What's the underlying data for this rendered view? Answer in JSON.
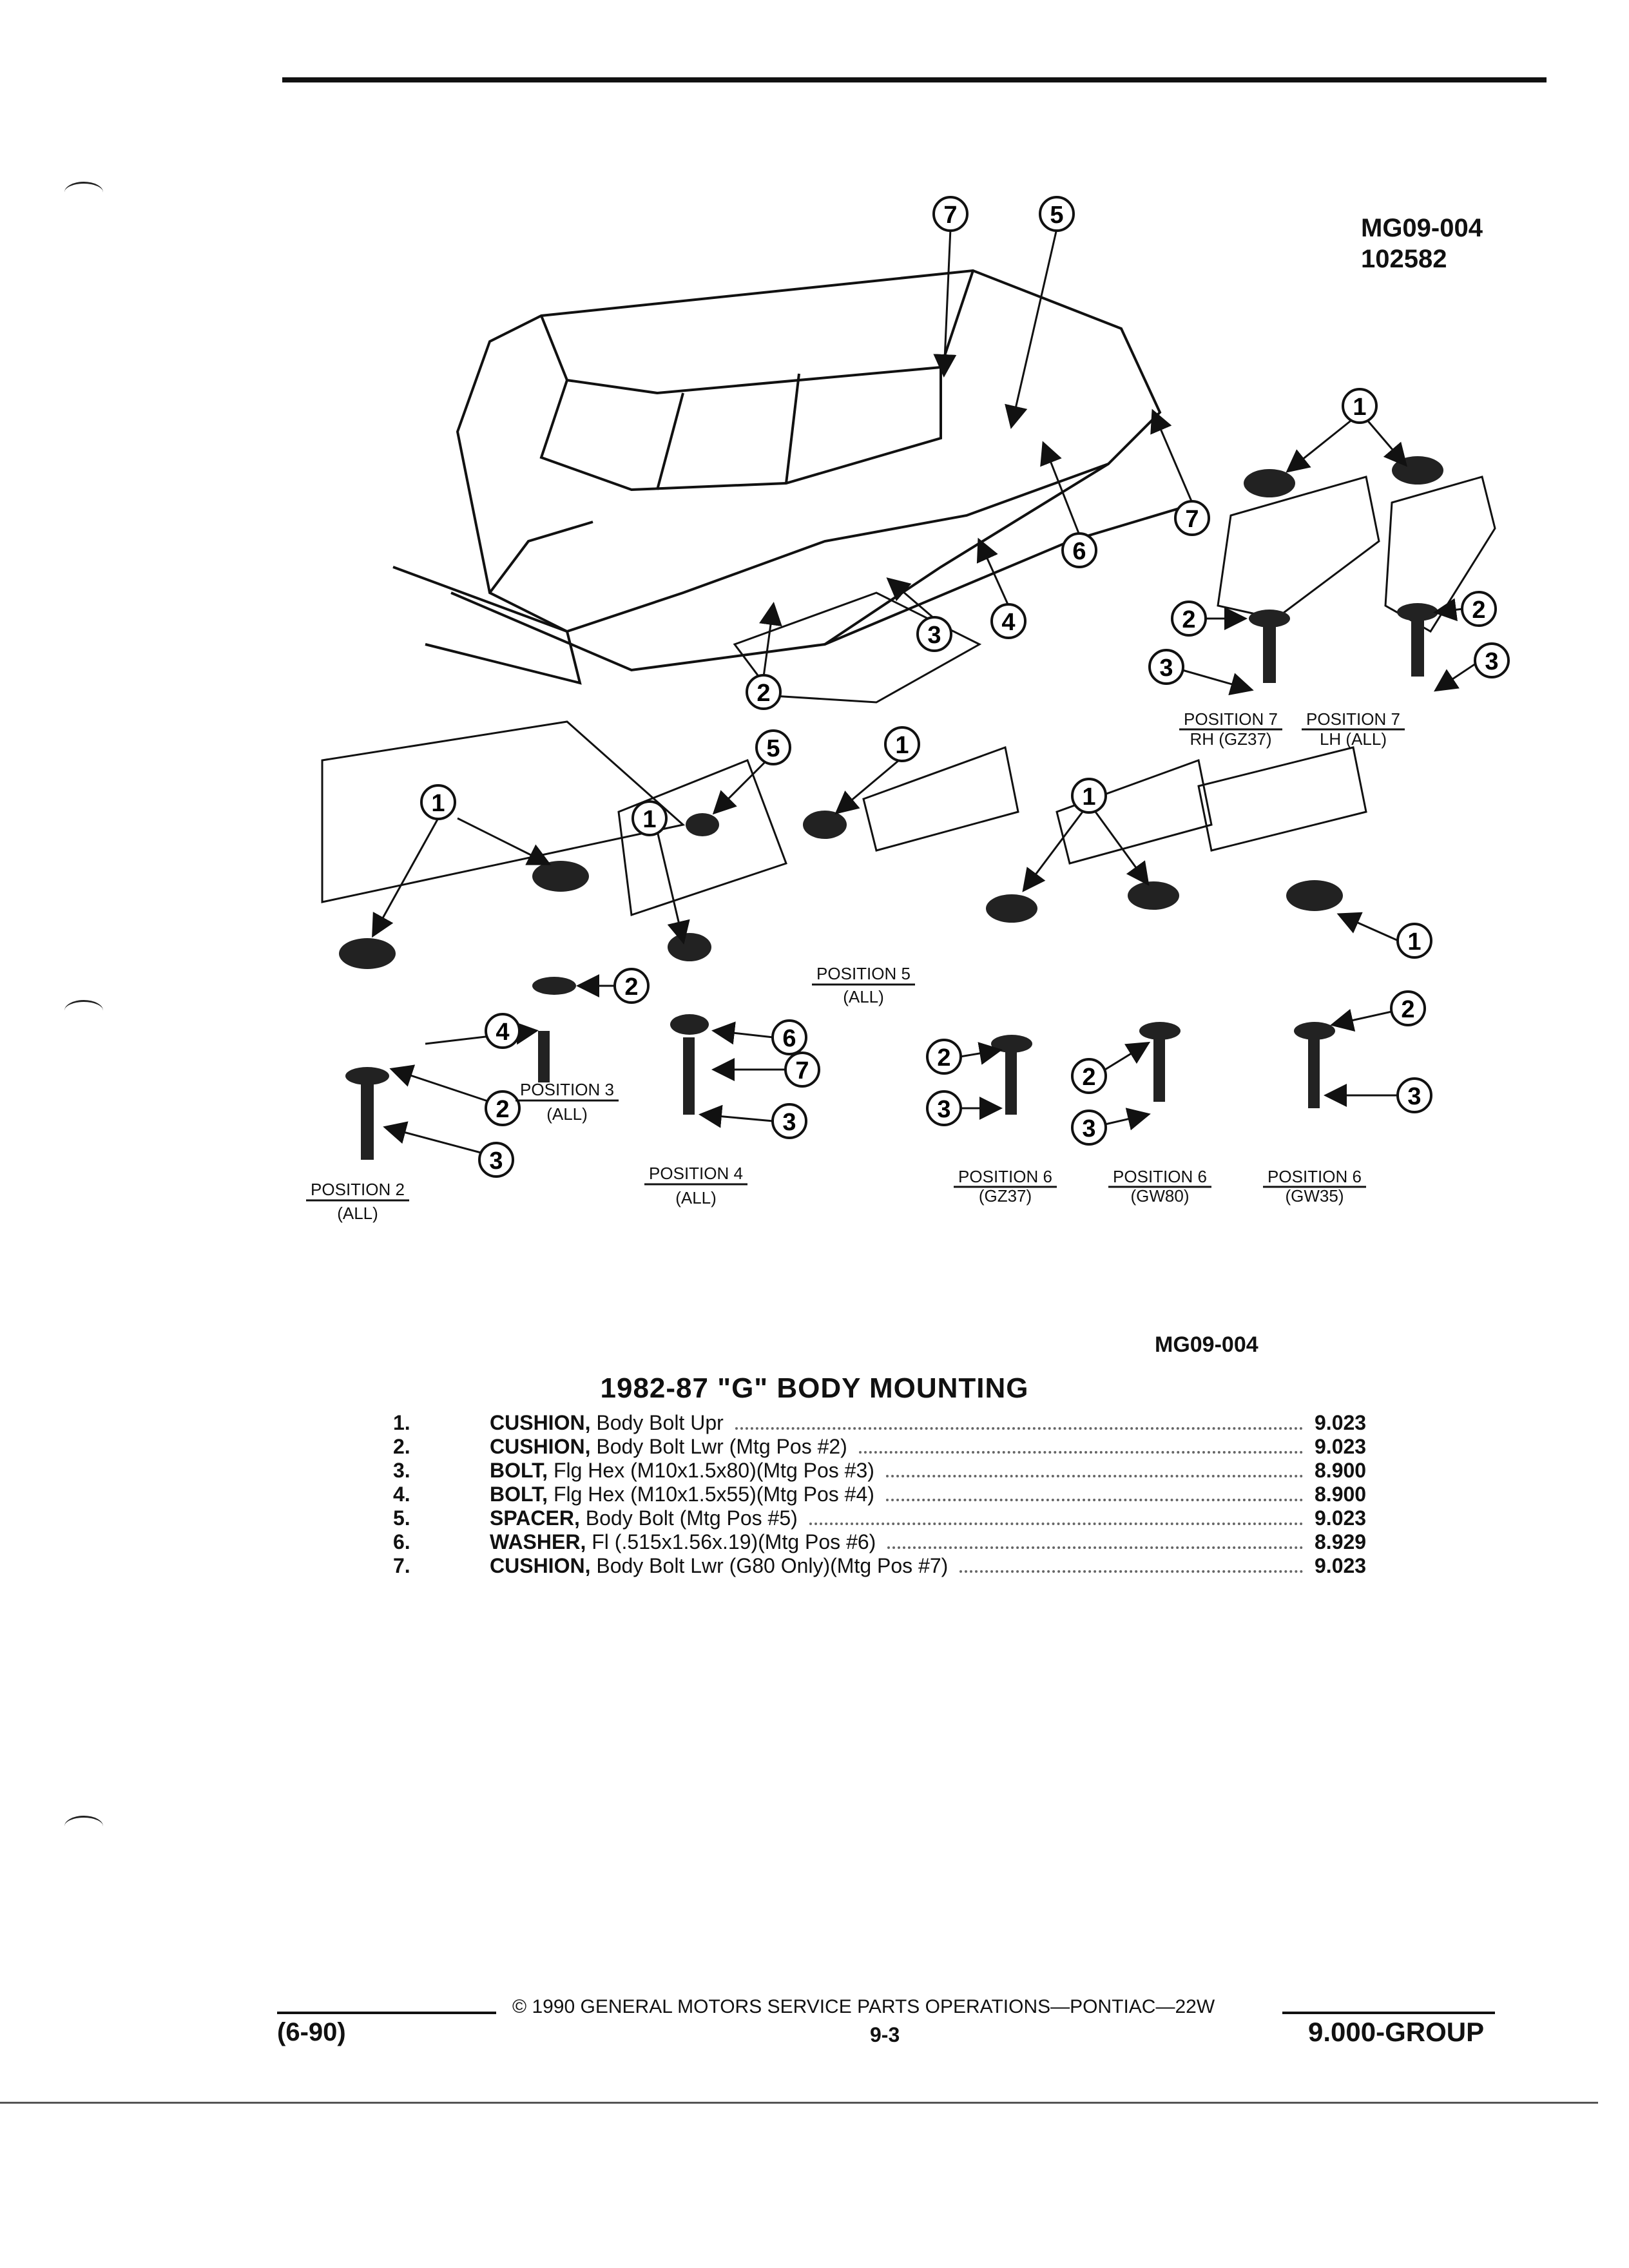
{
  "figure": {
    "id": "MG09-004",
    "date_code": "102582",
    "bottom_ref": "MG09-004"
  },
  "title": "1982-87 \"G\" BODY MOUNTING",
  "parts": [
    {
      "num": "1.",
      "name": "CUSHION,",
      "desc": "Body Bolt Upr",
      "group": "9.023"
    },
    {
      "num": "2.",
      "name": "CUSHION,",
      "desc": "Body Bolt Lwr (Mtg Pos #2)",
      "group": "9.023"
    },
    {
      "num": "3.",
      "name": "BOLT,",
      "desc": "Flg Hex (M10x1.5x80)(Mtg Pos #3)",
      "group": "8.900"
    },
    {
      "num": "4.",
      "name": "BOLT,",
      "desc": "Flg Hex (M10x1.5x55)(Mtg Pos #4)",
      "group": "8.900"
    },
    {
      "num": "5.",
      "name": "SPACER,",
      "desc": "Body Bolt (Mtg Pos #5)",
      "group": "9.023"
    },
    {
      "num": "6.",
      "name": "WASHER,",
      "desc": "Fl (.515x1.56x.19)(Mtg Pos #6)",
      "group": "8.929"
    },
    {
      "num": "7.",
      "name": "CUSHION,",
      "desc": "Body Bolt Lwr (G80 Only)(Mtg Pos #7)",
      "group": "9.023"
    }
  ],
  "position_labels": {
    "p7rh": {
      "title": "POSITION 7",
      "sub": "RH (GZ37)"
    },
    "p7lh": {
      "title": "POSITION 7",
      "sub": "LH (ALL)"
    },
    "p5": {
      "title": "POSITION 5",
      "sub": "(ALL)"
    },
    "p3": {
      "title": "POSITION 3",
      "sub": "(ALL)"
    },
    "p2": {
      "title": "POSITION 2",
      "sub": "(ALL)"
    },
    "p4": {
      "title": "POSITION 4",
      "sub": "(ALL)"
    },
    "p6a": {
      "title": "POSITION 6",
      "sub": "(GZ37)"
    },
    "p6b": {
      "title": "POSITION 6",
      "sub": "(GW80)"
    },
    "p6c": {
      "title": "POSITION 6",
      "sub": "(GW35)"
    }
  },
  "callouts": {
    "c1": "1",
    "c2": "2",
    "c3": "3",
    "c4": "4",
    "c5": "5",
    "c6": "6",
    "c7": "7"
  },
  "footer": {
    "copyright": "© 1990 GENERAL MOTORS SERVICE PARTS OPERATIONS—PONTIAC—22W",
    "left": "(6-90)",
    "center": "9-3",
    "right": "9.000-GROUP"
  }
}
